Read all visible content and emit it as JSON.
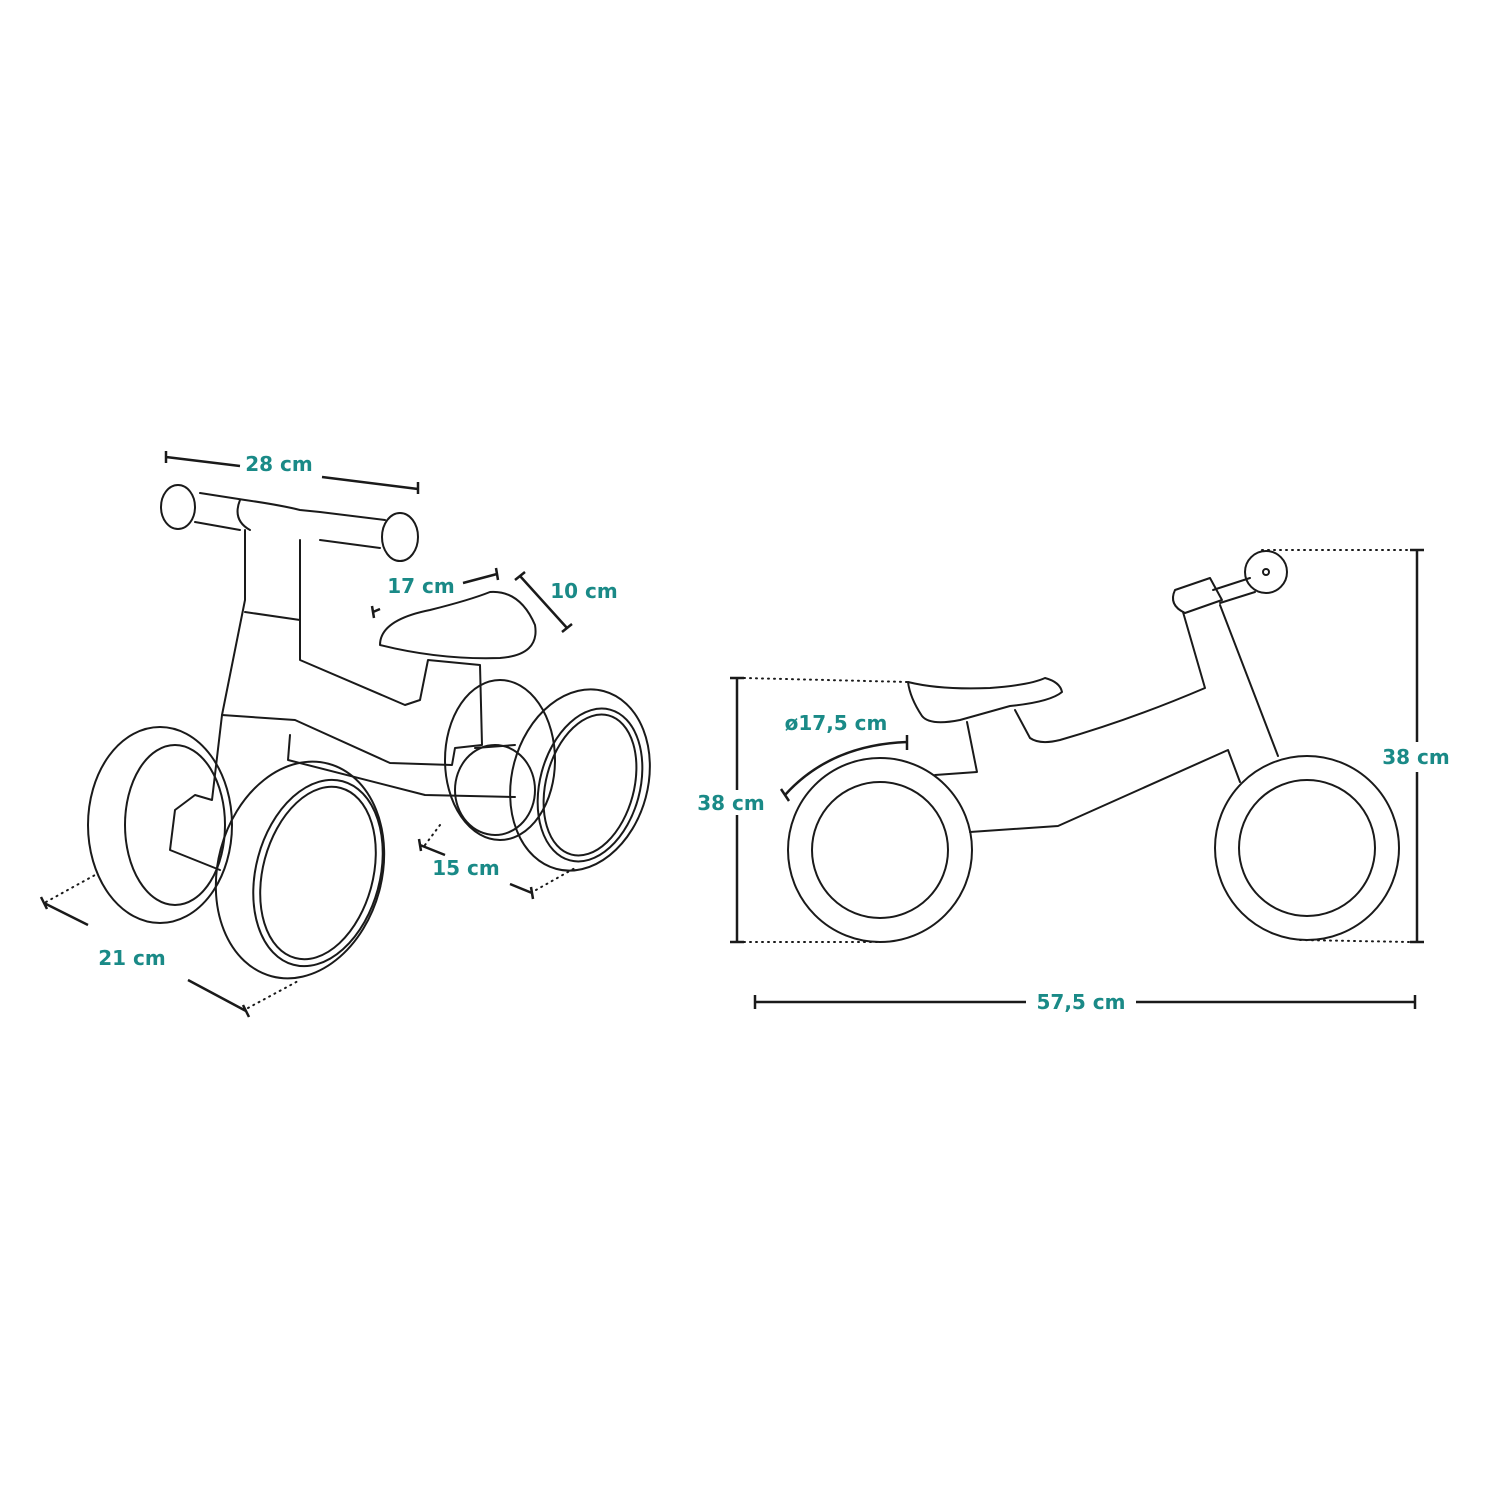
{
  "colors": {
    "accent": "#1a8a87",
    "line": "#1a1a1a"
  },
  "perspective_view": {
    "handlebar_width": "28 cm",
    "seat_length": "17 cm",
    "seat_width": "10 cm",
    "rear_wheel_spacing": "15 cm",
    "front_wheel_spacing": "21 cm"
  },
  "side_view": {
    "wheel_diameter": "ø17,5 cm",
    "seat_height": "38 cm",
    "handlebar_height": "38 cm",
    "total_length": "57,5 cm"
  }
}
